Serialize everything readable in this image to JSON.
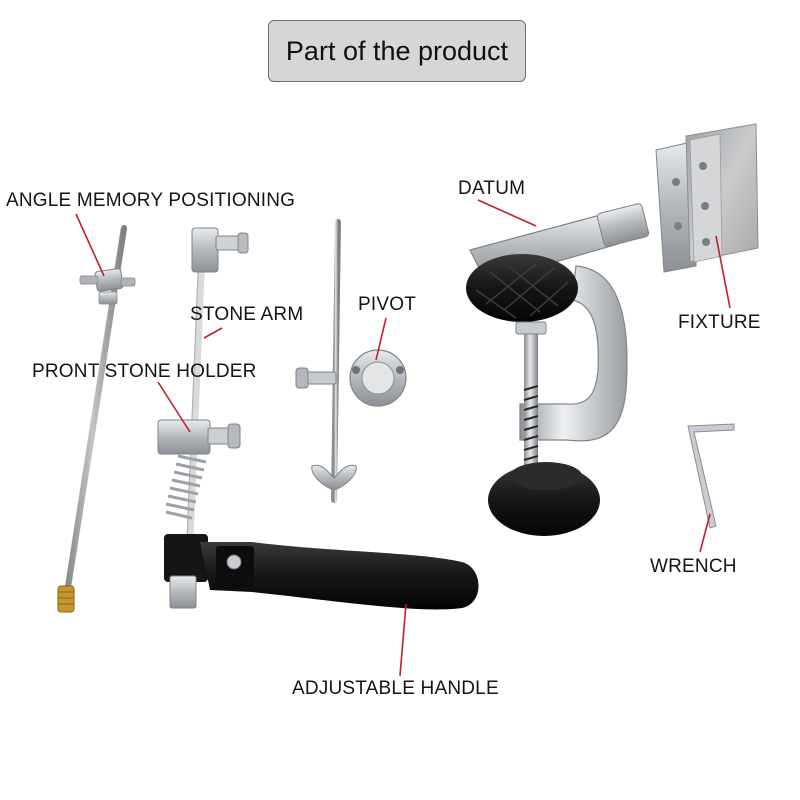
{
  "title": "Part of the product",
  "labels": {
    "angle_memory": "ANGLE MEMORY POSITIONING",
    "stone_arm": "STONE ARM",
    "pivot": "PIVOT",
    "front_stone_holder": "PRONT STONE HOLDER",
    "datum": "DATUM",
    "fixture": "FIXTURE",
    "wrench": "WRENCH",
    "adjustable_handle": "ADJUSTABLE HANDLE"
  },
  "colors": {
    "leader_line": "#c41e2a",
    "steel": "#b9bcc0",
    "rubber": "#141414",
    "brass": "#c8962c"
  }
}
